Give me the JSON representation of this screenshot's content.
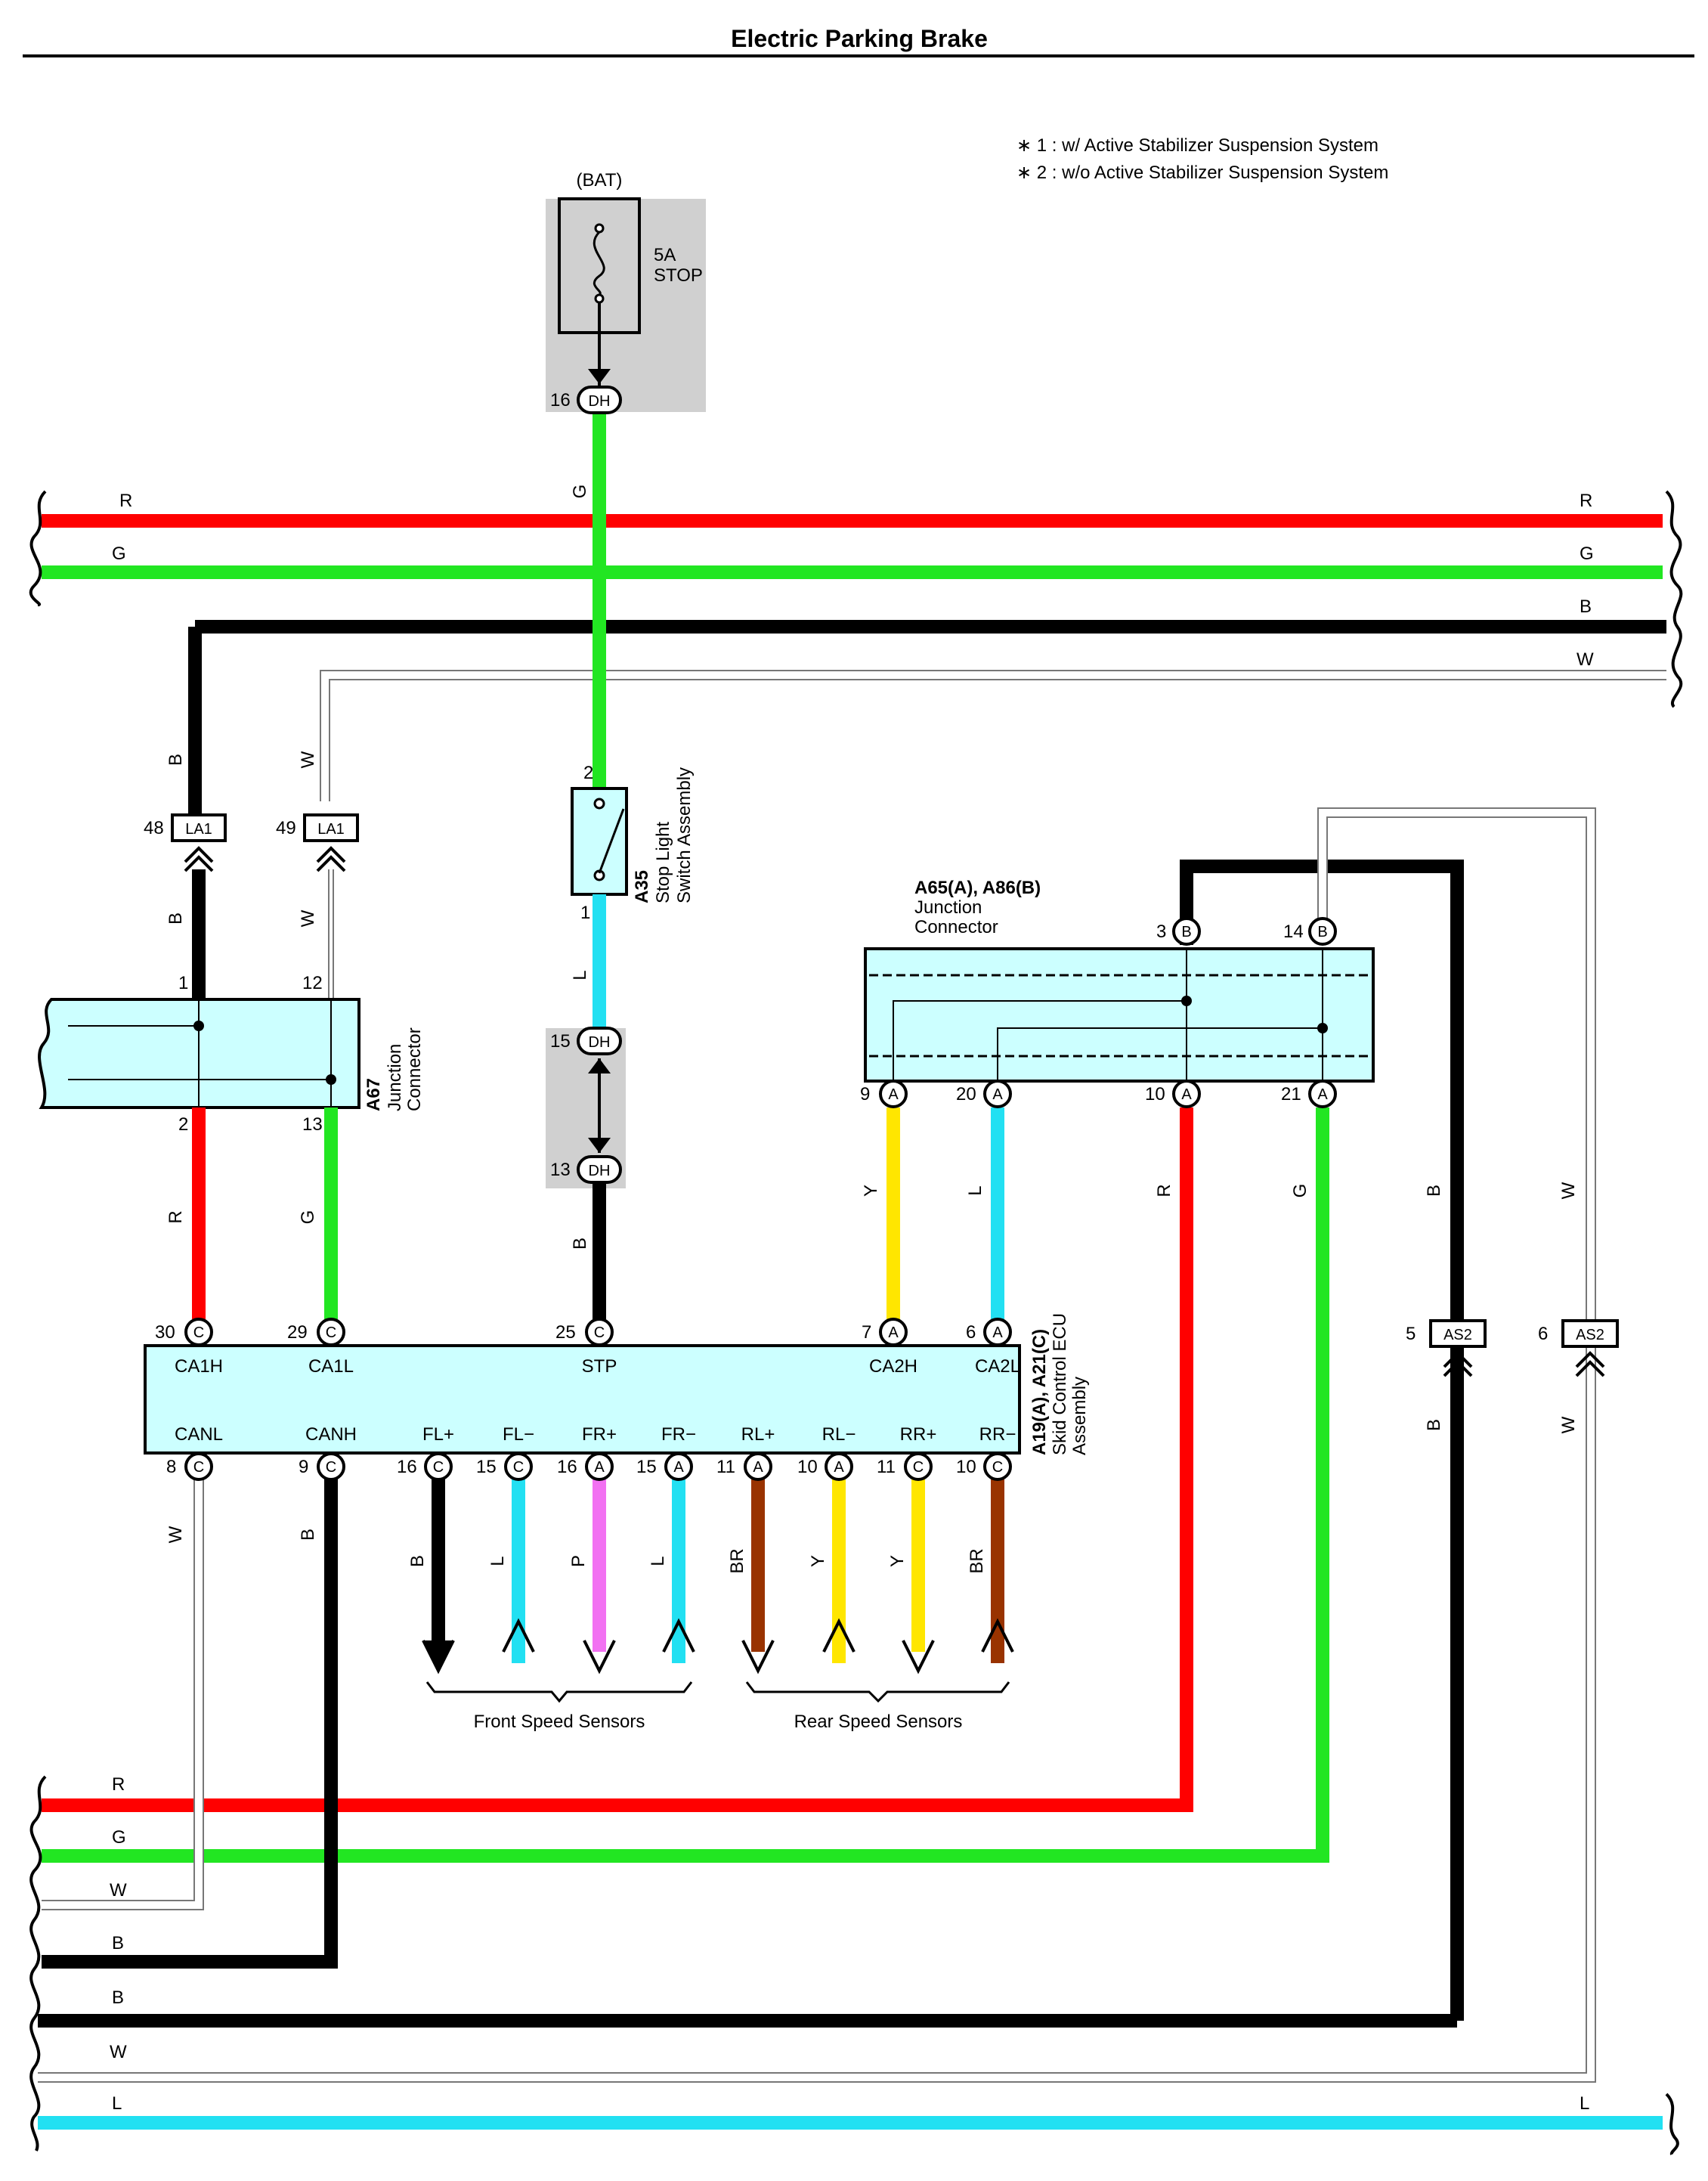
{
  "title": "Electric Parking Brake",
  "notes": [
    "∗ 1 : w/ Active Stabilizer Suspension System",
    "∗ 2 : w/o Active Stabilizer Suspension System"
  ],
  "colors": {
    "R": "#ff0000",
    "G": "#22e622",
    "B": "#000000",
    "W": "#ffffff",
    "L": "#22e0f2",
    "Y": "#ffe600",
    "P": "#f271f2",
    "BR": "#993300",
    "component_fill": "#ccffff",
    "shade": "#d0d0d0"
  },
  "fuse": {
    "source": "(BAT)",
    "rating": "5A",
    "name": "STOP",
    "pin": "16",
    "connector": "DH"
  },
  "wire_labels": {
    "R": "R",
    "G": "G",
    "B": "B",
    "W": "W",
    "L": "L",
    "Y": "Y",
    "P": "P",
    "BR": "BR"
  },
  "stop_switch": {
    "code": "A35",
    "name_line1": "Stop Light",
    "name_line2": "Switch Assembly",
    "pin_top": "2",
    "pin_bottom": "1"
  },
  "dh_lower": {
    "pin_upper": "15",
    "pin_lower": "13",
    "connector": "DH"
  },
  "la1": [
    {
      "pin": "48",
      "connector": "LA1"
    },
    {
      "pin": "49",
      "connector": "LA1"
    }
  ],
  "a67": {
    "code": "A67",
    "name_line1": "Junction",
    "name_line2": "Connector",
    "pins": [
      "1",
      "12",
      "2",
      "13"
    ]
  },
  "junction_a65": {
    "title": "A65(A), A86(B)",
    "name_line1": "Junction",
    "name_line2": "Connector",
    "top_pins": [
      {
        "pin": "3",
        "c": "B"
      },
      {
        "pin": "14",
        "c": "B"
      }
    ],
    "bottom_pins": [
      {
        "pin": "9",
        "c": "A"
      },
      {
        "pin": "20",
        "c": "A"
      },
      {
        "pin": "10",
        "c": "A"
      },
      {
        "pin": "21",
        "c": "A"
      }
    ]
  },
  "as2": [
    {
      "pin": "5",
      "connector": "AS2"
    },
    {
      "pin": "6",
      "connector": "AS2"
    }
  ],
  "ecu": {
    "code": "A19(A), A21(C)",
    "name_line1": "Skid Control ECU",
    "name_line2": "Assembly",
    "top_pins": [
      {
        "pin": "30",
        "c": "C",
        "name": "CA1H"
      },
      {
        "pin": "29",
        "c": "C",
        "name": "CA1L"
      },
      {
        "pin": "25",
        "c": "C",
        "name": "STP"
      },
      {
        "pin": "7",
        "c": "A",
        "name": "CA2H"
      },
      {
        "pin": "6",
        "c": "A",
        "name": "CA2L"
      }
    ],
    "bottom_pins": [
      {
        "pin": "8",
        "c": "C",
        "name": "CANL"
      },
      {
        "pin": "9",
        "c": "C",
        "name": "CANH"
      },
      {
        "pin": "16",
        "c": "C",
        "name": "FL+"
      },
      {
        "pin": "15",
        "c": "C",
        "name": "FL−"
      },
      {
        "pin": "16",
        "c": "A",
        "name": "FR+"
      },
      {
        "pin": "15",
        "c": "A",
        "name": "FR−"
      },
      {
        "pin": "11",
        "c": "A",
        "name": "RL+"
      },
      {
        "pin": "10",
        "c": "A",
        "name": "RL−"
      },
      {
        "pin": "11",
        "c": "C",
        "name": "RR+"
      },
      {
        "pin": "10",
        "c": "C",
        "name": "RR−"
      }
    ]
  },
  "sensor_groups": {
    "front": "Front Speed Sensors",
    "rear": "Rear Speed Sensors"
  }
}
